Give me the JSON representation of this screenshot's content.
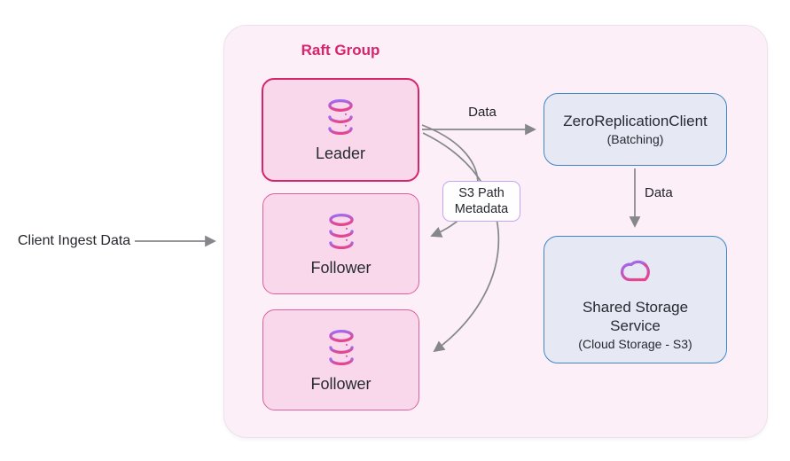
{
  "diagram": {
    "group": {
      "title": "Raft Group"
    },
    "external": {
      "client_ingest_label": "Client Ingest Data"
    },
    "nodes": {
      "leader": {
        "label": "Leader",
        "icon": "database-icon"
      },
      "follower_top": {
        "label": "Follower",
        "icon": "database-icon"
      },
      "follower_bottom": {
        "label": "Follower",
        "icon": "database-icon"
      },
      "zero_replication_client": {
        "label": "ZeroReplicationClient",
        "sublabel": "(Batching)"
      },
      "shared_storage": {
        "label": "Shared Storage Service",
        "sublabel": "(Cloud Storage - S3)",
        "icon": "cloud-icon"
      }
    },
    "edges": {
      "leader_to_client": {
        "label": "Data"
      },
      "client_to_storage": {
        "label": "Data"
      },
      "s3_note": {
        "line1": "S3 Path",
        "line2": "Metadata"
      }
    },
    "colors": {
      "group_fill": "#FCEFF8",
      "pink_node_fill": "#F8D8EA",
      "leader_border": "#D6246D",
      "follower_border": "#DD5F9F",
      "blue_node_fill": "#E6E8F3",
      "blue_node_border": "#3D87C9",
      "note_border": "#C3A5F5",
      "title_color": "#D6246D",
      "arrow_color": "#85878B",
      "icon_gradient_top": "#9B6CF6",
      "icon_gradient_bottom": "#E5458F"
    }
  }
}
